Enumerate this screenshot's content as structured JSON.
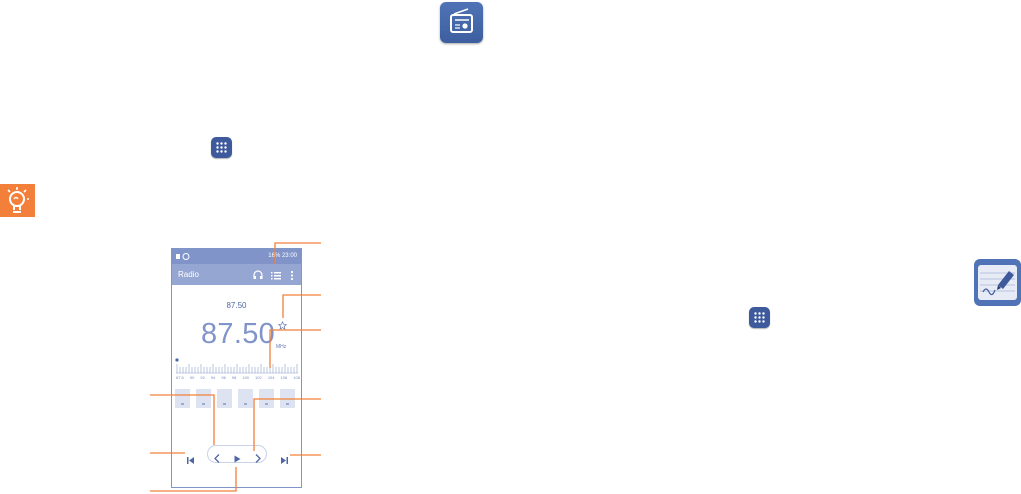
{
  "phone": {
    "status_right": "16% 23:00",
    "app_title": "Radio",
    "station_frequency": "87.50",
    "frequency": "87.50",
    "unit": "MHz",
    "scale_labels": [
      "87.5",
      "90",
      "92",
      "94",
      "96",
      "98",
      "100",
      "102",
      "104",
      "106",
      "108"
    ],
    "preset_count": 6,
    "tuning_position": 0
  },
  "icons": {
    "radio_app": "radio-icon",
    "apps": "apps-grid-icon",
    "tip": "lightbulb-icon",
    "note": "note-pen-icon"
  },
  "colors": {
    "accent": "#8094c9",
    "callout": "#f2803a"
  }
}
